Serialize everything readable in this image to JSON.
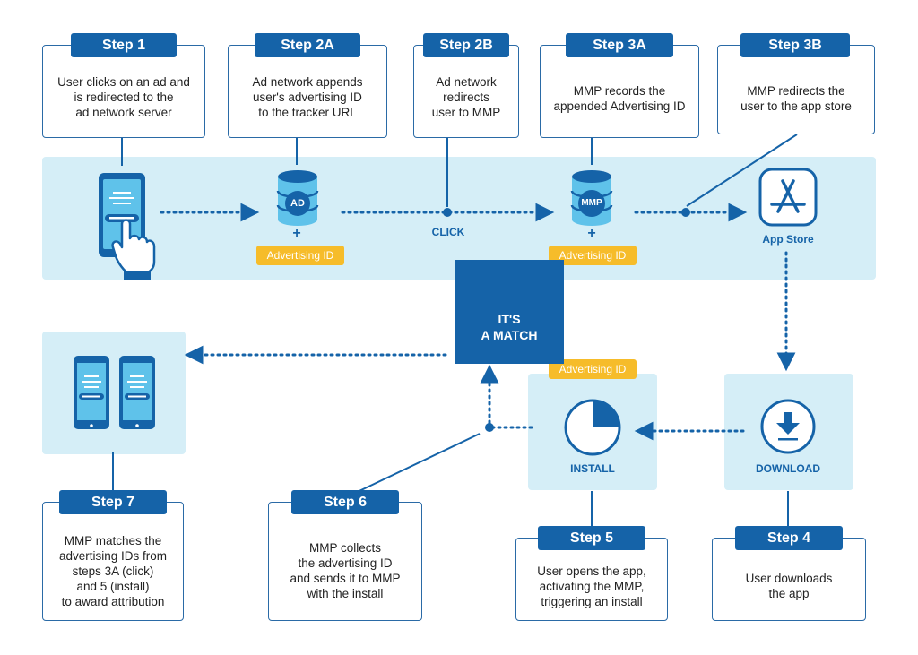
{
  "colors": {
    "primary": "#1563a8",
    "band": "#d5eef7",
    "accent": "#f6bc2a"
  },
  "steps": {
    "s1": {
      "tab": "Step 1",
      "text": "User clicks on an ad and\nis redirected to the\nad network server"
    },
    "s2a": {
      "tab": "Step 2A",
      "text": "Ad network appends\nuser's advertising ID\nto the tracker URL"
    },
    "s2b": {
      "tab": "Step 2B",
      "text": "Ad network\nredirects\nuser to MMP"
    },
    "s3a": {
      "tab": "Step 3A",
      "text": "MMP records the\nappended Advertising ID"
    },
    "s3b": {
      "tab": "Step 3B",
      "text": "MMP redirects the\nuser to the app store"
    },
    "s4": {
      "tab": "Step 4",
      "text": "User downloads\nthe app"
    },
    "s5": {
      "tab": "Step 5",
      "text": "User opens the app,\nactivating the MMP,\ntriggering an install"
    },
    "s6": {
      "tab": "Step 6",
      "text": "MMP collects\nthe advertising ID\nand sends it to MMP\nwith the install"
    },
    "s7": {
      "tab": "Step 7",
      "text": "MMP matches the\nadvertising IDs from\nsteps 3A (click)\nand 5 (install)\nto award attribution"
    }
  },
  "labels": {
    "ad_db": "AD",
    "mmp_db": "MMP",
    "plus": "+",
    "advertising_id": "Advertising ID",
    "click": "CLICK",
    "app_store": "App Store",
    "install": "INSTALL",
    "download": "DOWNLOAD",
    "match_line1": "IT'S",
    "match_line2": "A MATCH"
  }
}
